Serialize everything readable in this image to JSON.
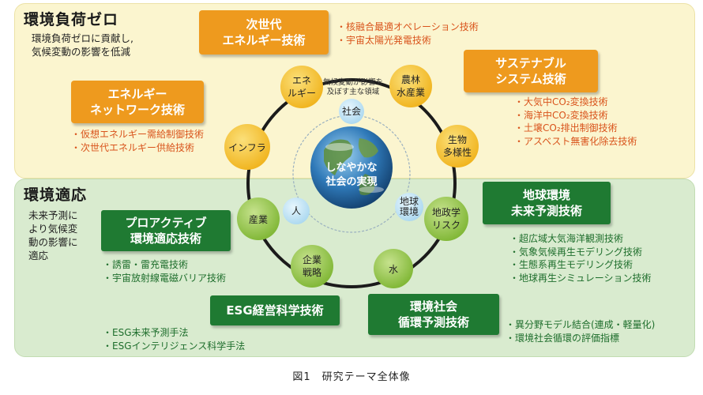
{
  "top": {
    "title": "環境負荷ゼロ",
    "subtitle": [
      "環境負荷ゼロに貢献し,",
      "気候変動の影響を低減"
    ]
  },
  "bottom": {
    "title": "環境適応",
    "subtitle": [
      "未来予測に",
      "より気候変",
      "動の影響に",
      "適応"
    ]
  },
  "orange_boxes": {
    "next_gen_energy": [
      "次世代",
      "エネルギー技術"
    ],
    "sustainable": [
      "サステナブル",
      "システム技術"
    ],
    "energy_network": [
      "エネルギー",
      "ネットワーク技術"
    ]
  },
  "green_boxes": {
    "earth_forecast": [
      "地球環境",
      "未来予測技術"
    ],
    "proactive": [
      "プロアクティブ",
      "環境適応技術"
    ],
    "esg": [
      "ESG経営科学技術"
    ],
    "circular": [
      "環境社会",
      "循環予測技術"
    ]
  },
  "bullets": {
    "next_gen_energy": [
      "・核融合最適オペレーション技術",
      "・宇宙太陽光発電技術"
    ],
    "sustainable": [
      "・大気中CO₂変換技術",
      "・海洋中CO₂変換技術",
      "・土壌CO₂排出制御技術",
      "・アスベスト無害化除去技術"
    ],
    "energy_network": [
      "・仮想エネルギー需給制御技術",
      "・次世代エネルギー供給技術"
    ],
    "earth_forecast": [
      "・超広域大気海洋観測技術",
      "・気象気候再生モデリング技術",
      "・生態系再生モデリング技術",
      "・地球再生シミュレーション技術"
    ],
    "proactive": [
      "・誘雷・雷充電技術",
      "・宇宙放射線電磁バリア技術"
    ],
    "esg": [
      "・ESG未来予測手法",
      "・ESGインテリジェンス科学手法"
    ],
    "circular": [
      "・異分野モデル結合(連成・軽量化)",
      "・環境社会循環の評価指標"
    ]
  },
  "center": {
    "globe_text": [
      "しなやかな",
      "社会の実現"
    ],
    "ring_note": [
      "気候変動が影響を",
      "及ぼす主な領域"
    ],
    "inner_nodes": [
      "社会",
      "地球",
      "環境",
      "人"
    ]
  },
  "ring_nodes": {
    "energy": [
      "エネ",
      "ルギー"
    ],
    "agri": [
      "農林",
      "水産業"
    ],
    "bio": [
      "生物",
      "多様性"
    ],
    "geo": [
      "地政学",
      "リスク"
    ],
    "water": [
      "水"
    ],
    "corp": [
      "企業",
      "戦略"
    ],
    "industry": [
      "産業"
    ],
    "infra": [
      "インフラ"
    ]
  },
  "caption": "図1　研究テーマ全体像",
  "colors": {
    "orange": "#ee9a1e",
    "green": "#1f7a32",
    "bullet_orange": "#d9541c",
    "bullet_green": "#1e6e2c",
    "node_yellow": "#f6c22b",
    "node_green": "#8fc43e",
    "inner_blue": "#bfe3f5"
  }
}
